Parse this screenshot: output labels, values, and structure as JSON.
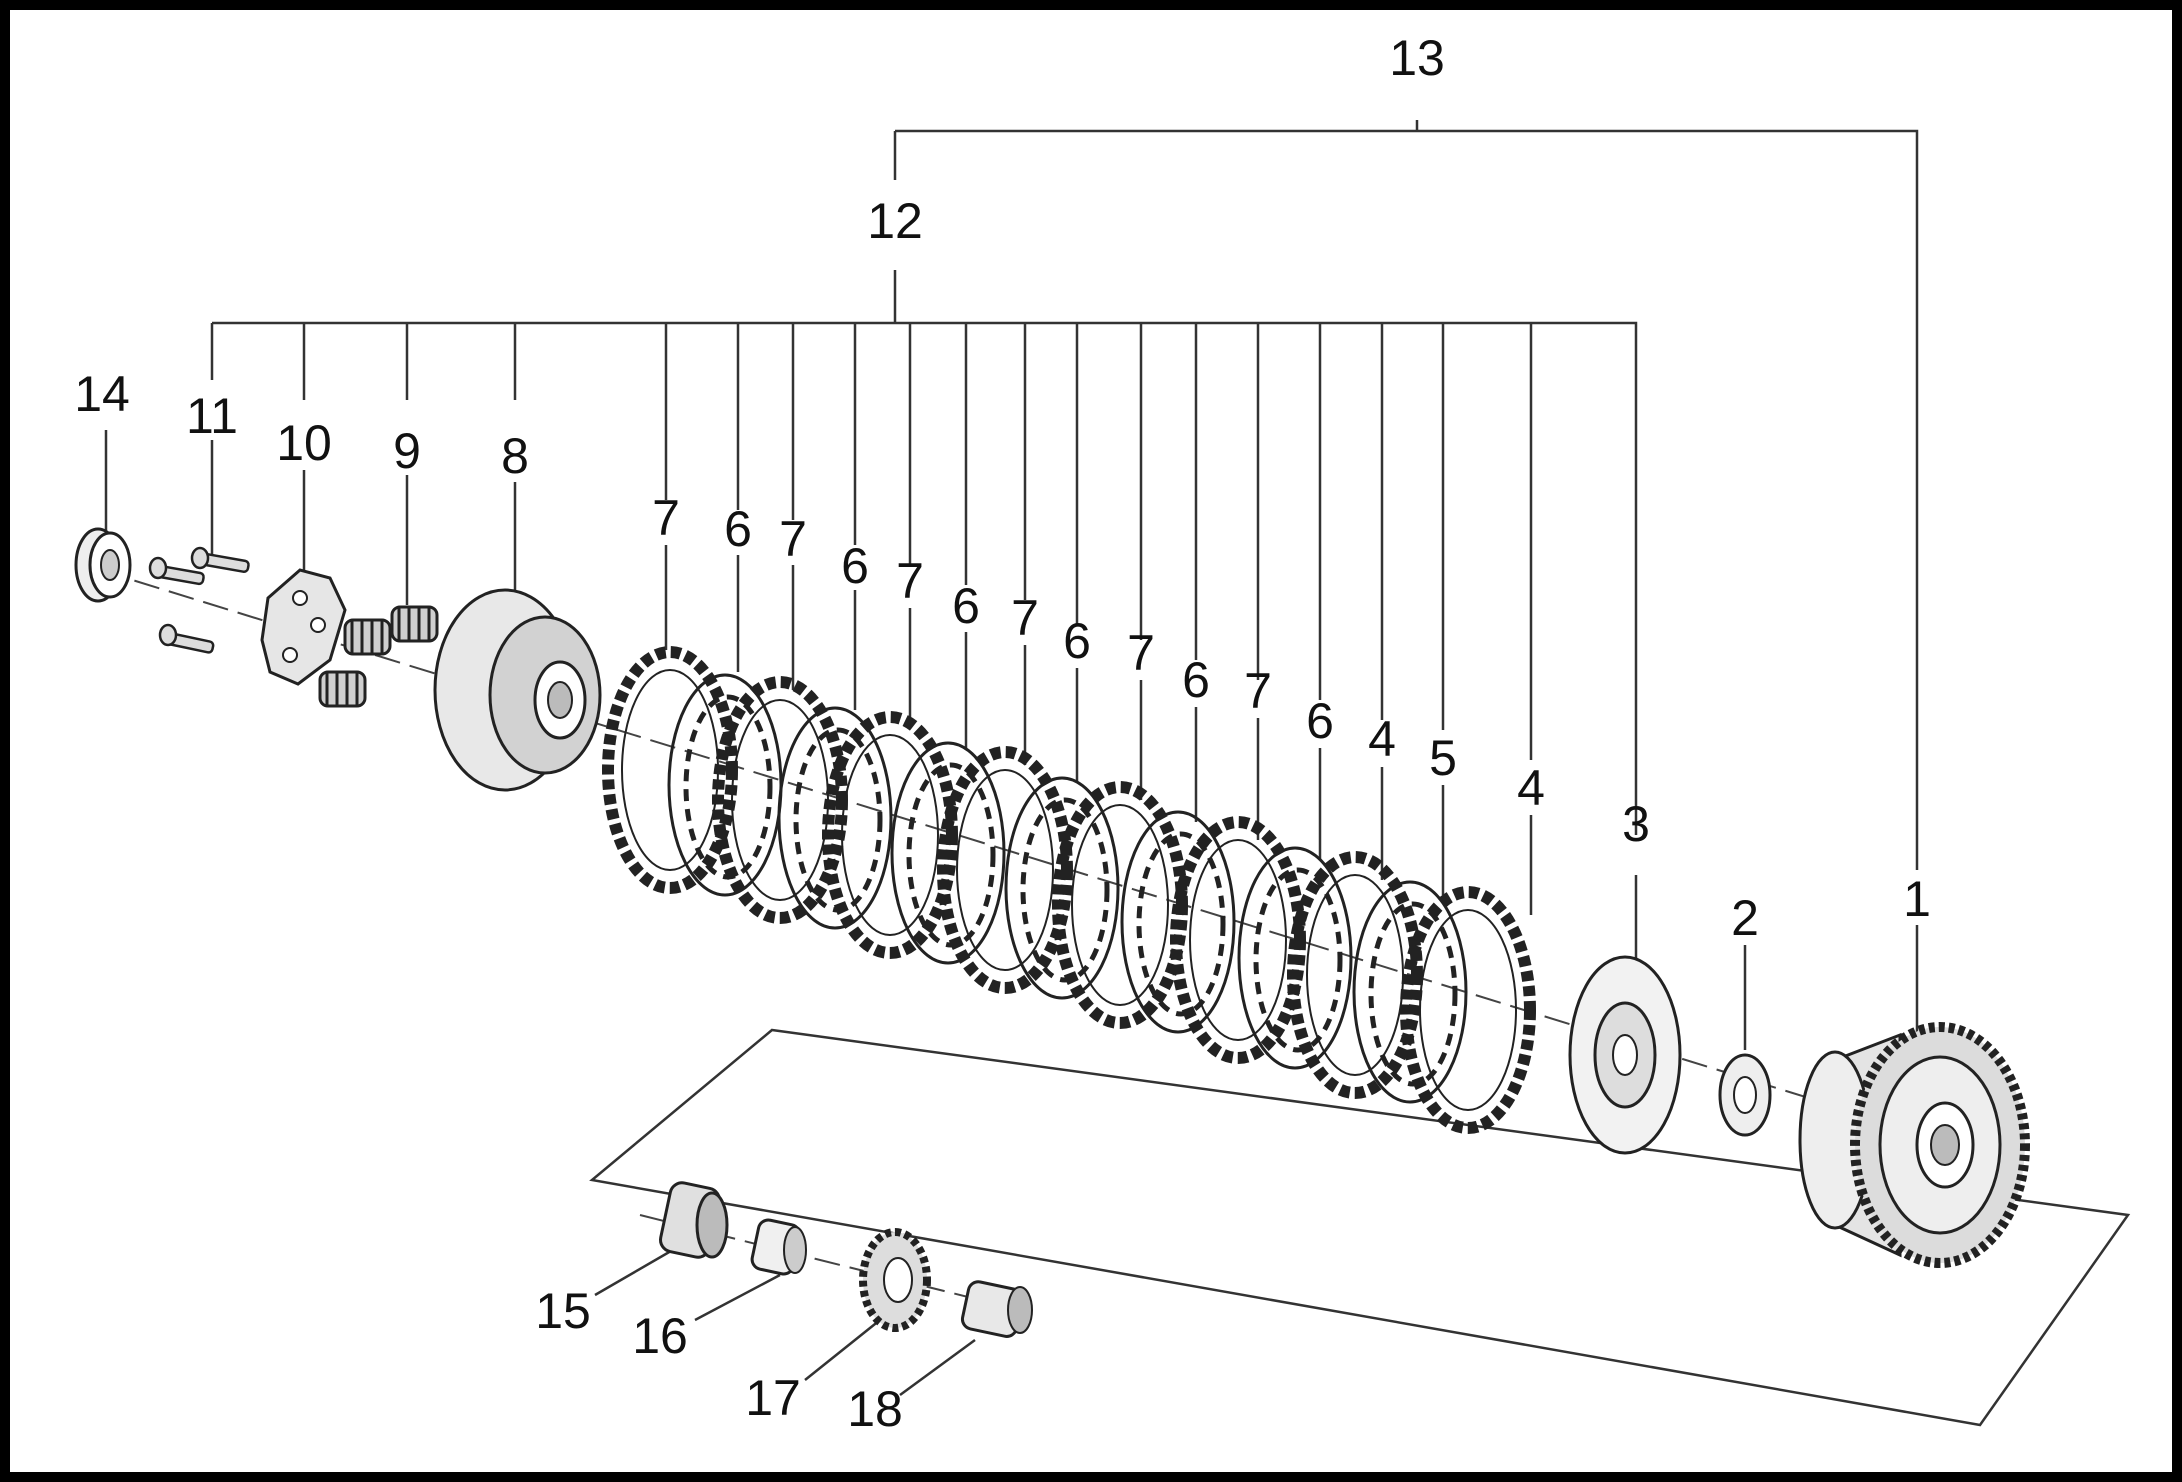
{
  "diagram": {
    "callouts": [
      {
        "id": "c13",
        "text": "13"
      },
      {
        "id": "c12",
        "text": "12"
      },
      {
        "id": "c14",
        "text": "14"
      },
      {
        "id": "c11",
        "text": "11"
      },
      {
        "id": "c10",
        "text": "10"
      },
      {
        "id": "c9",
        "text": "9"
      },
      {
        "id": "c8",
        "text": "8"
      },
      {
        "id": "c7a",
        "text": "7"
      },
      {
        "id": "c6a",
        "text": "6"
      },
      {
        "id": "c7b",
        "text": "7"
      },
      {
        "id": "c6b",
        "text": "6"
      },
      {
        "id": "c7c",
        "text": "7"
      },
      {
        "id": "c6c",
        "text": "6"
      },
      {
        "id": "c7d",
        "text": "7"
      },
      {
        "id": "c6d",
        "text": "6"
      },
      {
        "id": "c7e",
        "text": "7"
      },
      {
        "id": "c6e",
        "text": "6"
      },
      {
        "id": "c7f",
        "text": "7"
      },
      {
        "id": "c6f",
        "text": "6"
      },
      {
        "id": "c4a",
        "text": "4"
      },
      {
        "id": "c5",
        "text": "5"
      },
      {
        "id": "c4b",
        "text": "4"
      },
      {
        "id": "c3",
        "text": "3"
      },
      {
        "id": "c2",
        "text": "2"
      },
      {
        "id": "c1",
        "text": "1"
      },
      {
        "id": "c15",
        "text": "15"
      },
      {
        "id": "c16",
        "text": "16"
      },
      {
        "id": "c17",
        "text": "17"
      },
      {
        "id": "c18",
        "text": "18"
      }
    ]
  }
}
